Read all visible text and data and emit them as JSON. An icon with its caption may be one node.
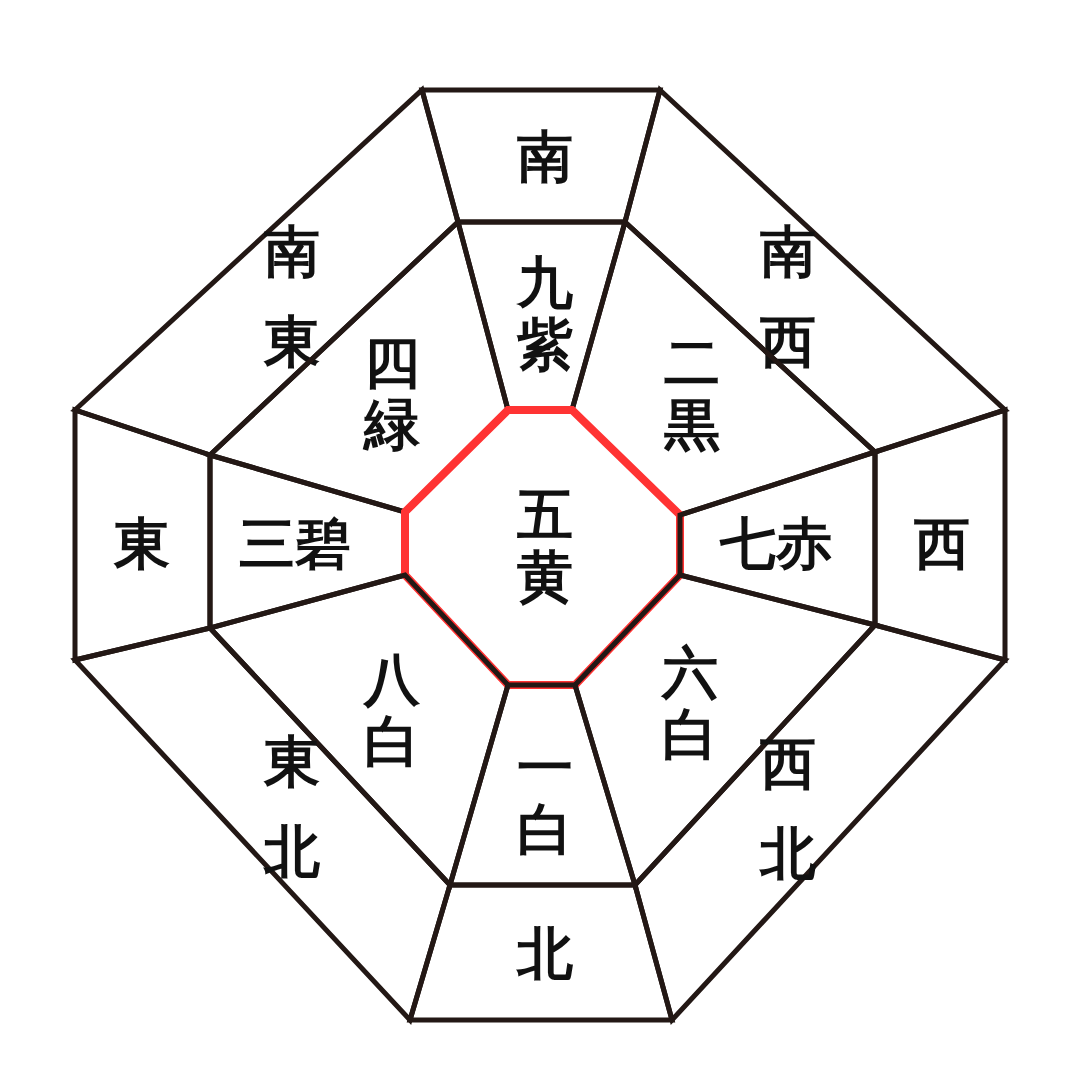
{
  "diagram": {
    "nodes": [
      {
        "text": [
          "南"
        ]
      },
      {
        "text": [
          "南東"
        ]
      },
      {
        "text": [
          "九紫"
        ]
      },
      {
        "text": [
          "南西"
        ]
      },
      {
        "text": [
          "四緑"
        ]
      },
      {
        "text": [
          "二黒"
        ]
      },
      {
        "text": [
          "東"
        ]
      },
      {
        "text": [
          "三碧"
        ]
      },
      {
        "text": [
          "五黄"
        ]
      },
      {
        "text": [
          "七赤"
        ]
      },
      {
        "text": [
          "西"
        ]
      },
      {
        "text": [
          "八白"
        ]
      },
      {
        "text": [
          "六白"
        ]
      },
      {
        "text": [
          "東北"
        ]
      },
      {
        "text": [
          "西北"
        ]
      },
      {
        "text": [
          "一白"
        ]
      },
      {
        "text": [
          "北"
        ]
      }
    ]
  }
}
